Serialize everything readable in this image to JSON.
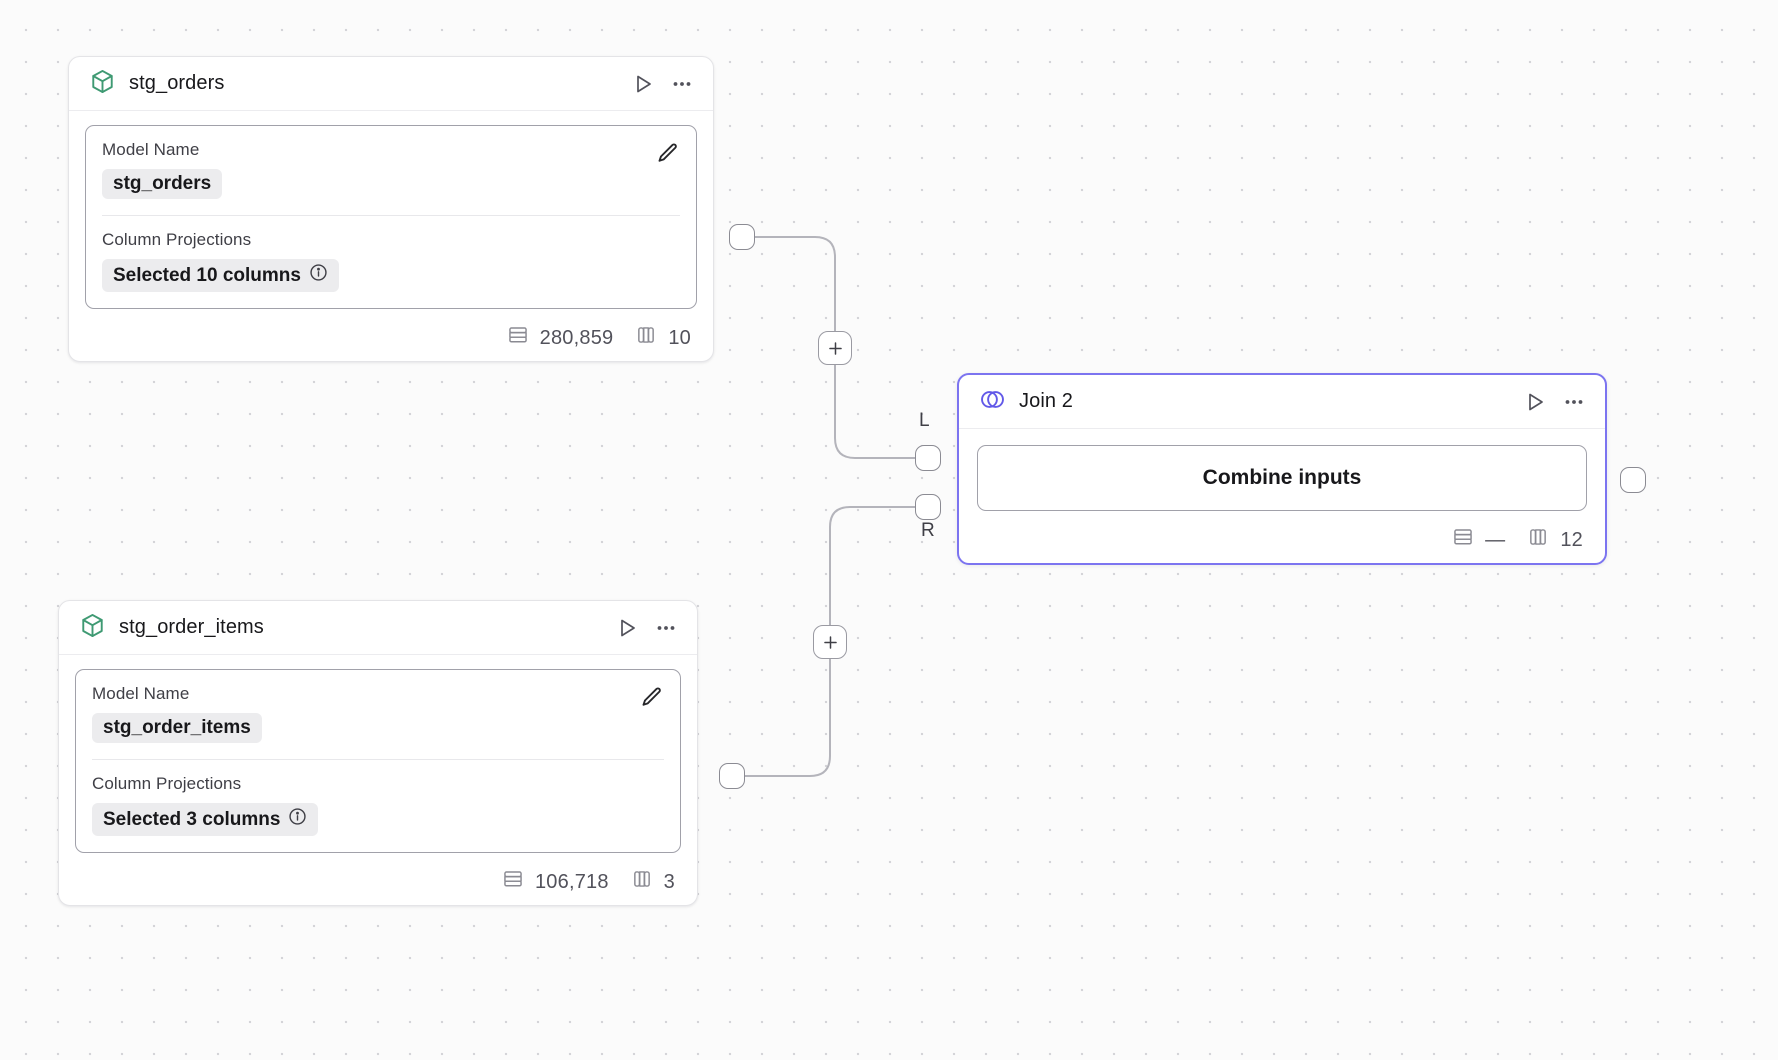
{
  "canvas": {
    "grid": "dot-grid",
    "background_color": "#fbfbfb",
    "dot_color": "#d4d4d8"
  },
  "nodes": [
    {
      "id": "stg_orders",
      "title": "stg_orders",
      "icon": "cube-icon",
      "icon_color": "#3f9a73",
      "selected": false,
      "fields": [
        {
          "label": "Model Name",
          "value": "stg_orders",
          "has_info": false
        },
        {
          "label": "Column Projections",
          "value": "Selected 10 columns",
          "has_info": true
        }
      ],
      "edit_action": "edit-pencil",
      "stats": {
        "rows_icon": "rows-icon",
        "rows": "280,859",
        "cols_icon": "columns-icon",
        "cols": "10"
      },
      "actions": {
        "run": "play-icon",
        "more": "more-options-icon"
      }
    },
    {
      "id": "stg_order_items",
      "title": "stg_order_items",
      "icon": "cube-icon",
      "icon_color": "#3f9a73",
      "selected": false,
      "fields": [
        {
          "label": "Model Name",
          "value": "stg_order_items",
          "has_info": false
        },
        {
          "label": "Column Projections",
          "value": "Selected 3 columns",
          "has_info": true
        }
      ],
      "edit_action": "edit-pencil",
      "stats": {
        "rows_icon": "rows-icon",
        "rows": "106,718",
        "cols_icon": "columns-icon",
        "cols": "3"
      },
      "actions": {
        "run": "play-icon",
        "more": "more-options-icon"
      }
    },
    {
      "id": "join_2",
      "title": "Join 2",
      "icon": "join-circles-icon",
      "icon_color": "#6259e8",
      "selected": true,
      "accent_color": "#7c74f0",
      "combine_label": "Combine inputs",
      "stats": {
        "rows_icon": "rows-icon",
        "rows": "—",
        "cols_icon": "columns-icon",
        "cols": "12"
      },
      "actions": {
        "run": "play-icon",
        "more": "more-options-icon"
      }
    }
  ],
  "ports": {
    "left_label": "L",
    "right_label": "R"
  },
  "edge_buttons": {
    "add_label": "+"
  }
}
